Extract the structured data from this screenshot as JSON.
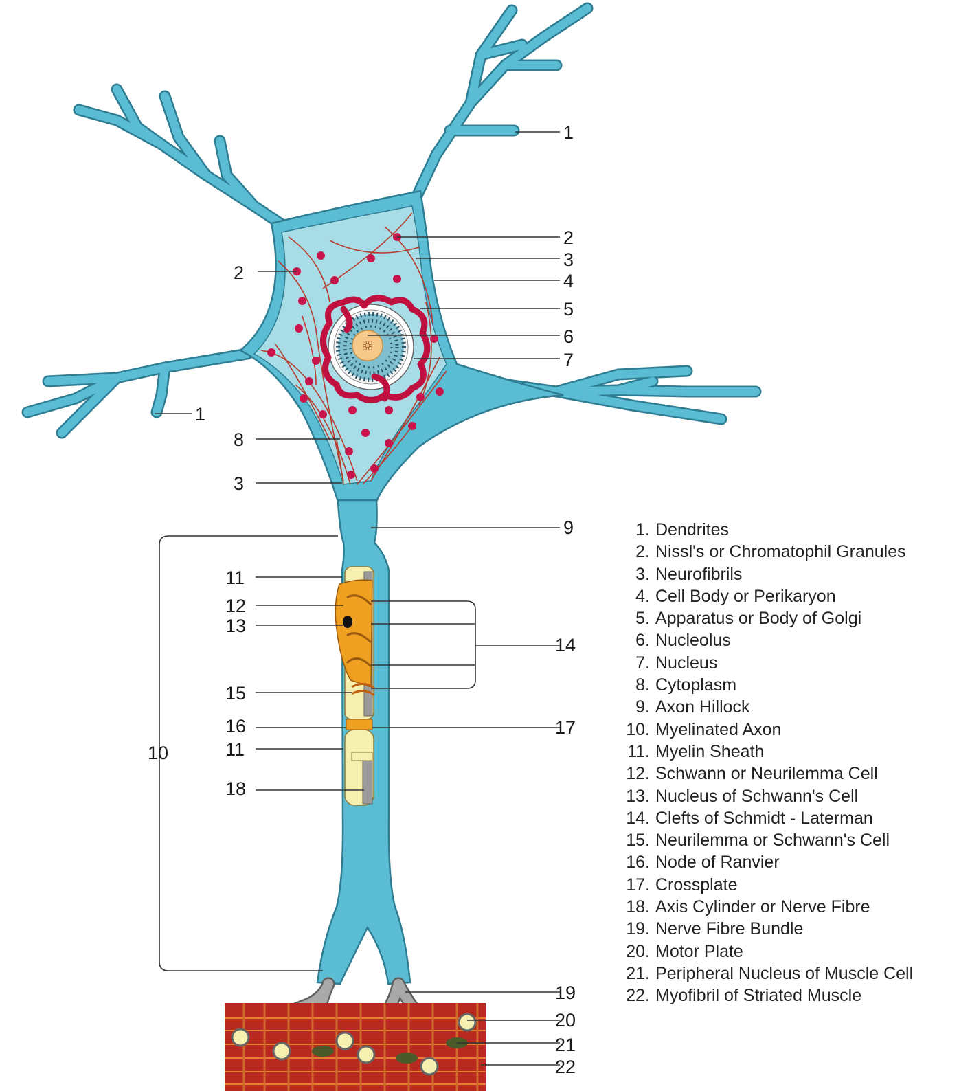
{
  "legend": [
    {
      "num": "1.",
      "label": "Dendrites"
    },
    {
      "num": "2.",
      "label": "Nissl's or Chromatophil Granules"
    },
    {
      "num": "3.",
      "label": "Neurofibrils"
    },
    {
      "num": "4.",
      "label": "Cell Body or Perikaryon"
    },
    {
      "num": "5.",
      "label": "Apparatus or Body of Golgi"
    },
    {
      "num": "6.",
      "label": "Nucleolus"
    },
    {
      "num": "7.",
      "label": "Nucleus"
    },
    {
      "num": "8.",
      "label": "Cytoplasm"
    },
    {
      "num": "9.",
      "label": "Axon Hillock"
    },
    {
      "num": "10.",
      "label": "Myelinated Axon"
    },
    {
      "num": "11.",
      "label": "Myelin Sheath"
    },
    {
      "num": "12.",
      "label": "Schwann or Neurilemma Cell"
    },
    {
      "num": "13.",
      "label": "Nucleus of Schwann's Cell"
    },
    {
      "num": "14.",
      "label": "Clefts of Schmidt - Laterman"
    },
    {
      "num": "15.",
      "label": "Neurilemma or Schwann's Cell"
    },
    {
      "num": "16.",
      "label": "Node of Ranvier"
    },
    {
      "num": "17.",
      "label": "Crossplate"
    },
    {
      "num": "18.",
      "label": "Axis Cylinder or Nerve Fibre"
    },
    {
      "num": "19.",
      "label": "Nerve Fibre Bundle"
    },
    {
      "num": "20.",
      "label": "Motor Plate"
    },
    {
      "num": "21.",
      "label": "Peripheral Nucleus of Muscle Cell"
    },
    {
      "num": "22.",
      "label": "Myofibril of Striated Muscle"
    }
  ],
  "callouts": {
    "c1_top": "1",
    "c1_left": "1",
    "c2_right": "2",
    "c2_left": "2",
    "c3_right": "3",
    "c3_left": "3",
    "c4": "4",
    "c5": "5",
    "c6": "6",
    "c7": "7",
    "c8": "8",
    "c9": "9",
    "c10": "10",
    "c11_top": "11",
    "c11_bottom": "11",
    "c12": "12",
    "c13": "13",
    "c14": "14",
    "c15": "15",
    "c16": "16",
    "c17": "17",
    "c18": "18",
    "c19": "19",
    "c20": "20",
    "c21": "21",
    "c22": "22"
  },
  "colors": {
    "neuron_fill": "#5bbdd4",
    "neuron_stroke": "#2e7d92",
    "cytoplasm": "#a8dce6",
    "nissl": "#c8144a",
    "golgi": "#c01040",
    "neurofibril": "#b83a2a",
    "nucleolus": "#f6c98a",
    "myelin": "#f6f0b0",
    "schwann": "#f0a020",
    "axis_cylinder": "#9a9a9a",
    "muscle": "#b82a20"
  }
}
